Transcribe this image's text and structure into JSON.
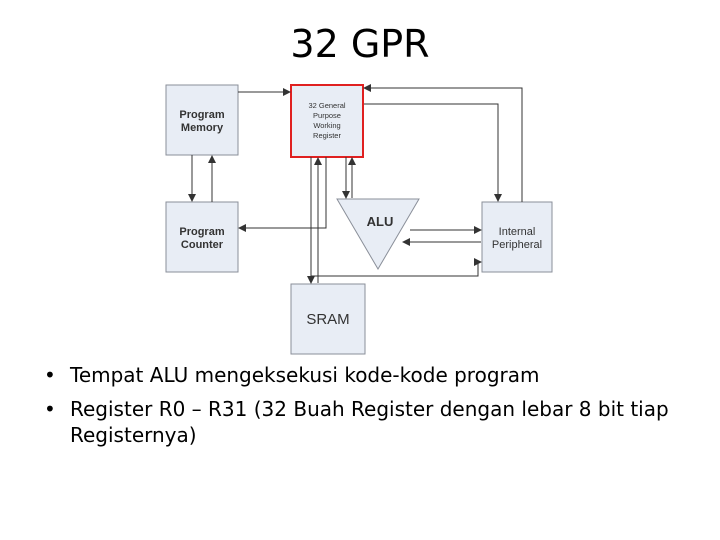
{
  "slide": {
    "title": "32 GPR"
  },
  "diagram": {
    "program_memory": "Program Memory",
    "register_file": [
      "32 General",
      "Purpose",
      "Working",
      "Register"
    ],
    "program_counter": [
      "Program",
      "Counter"
    ],
    "alu": "ALU",
    "internal_peripheral": [
      "Internal",
      "Peripheral"
    ],
    "sram": "SRAM",
    "colors": {
      "box_fill": "#e8edf5",
      "box_stroke": "#8a8f99",
      "highlight": "#e02020",
      "arrow": "#333333"
    }
  },
  "bullets": [
    "Tempat ALU mengeksekusi kode-kode program",
    "Register R0 – R31 (32 Buah Register dengan lebar 8 bit tiap Registernya)"
  ],
  "bullet_symbol": "•"
}
